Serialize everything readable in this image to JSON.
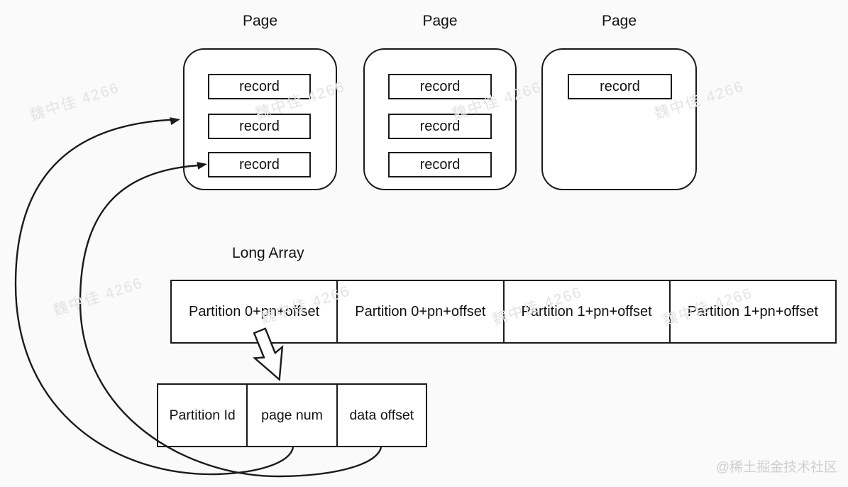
{
  "diagram": {
    "pages": [
      {
        "label": "Page",
        "records": [
          "record",
          "record",
          "record"
        ]
      },
      {
        "label": "Page",
        "records": [
          "record",
          "record",
          "record"
        ]
      },
      {
        "label": "Page",
        "records": [
          "record"
        ]
      }
    ],
    "long_array": {
      "label": "Long Array",
      "cells": [
        "Partition 0+pn+offset",
        "Partition 0+pn+offset",
        "Partition 1+pn+offset",
        "Partition 1+pn+offset"
      ]
    },
    "record_struct": {
      "cells": [
        "Partition Id",
        "page num",
        "data offset"
      ]
    },
    "arrows": [
      "long-array cell 0 -> record-struct (hollow arrow)",
      "record-struct page num -> page 1 (curved arrow)",
      "record-struct data offset -> page 1 record 3 (curved arrow)"
    ]
  },
  "watermark": {
    "text": "魏中佳 4266",
    "color": "#e3e3e3"
  },
  "credit": {
    "text": "@稀土掘金技术社区",
    "color": "#cfcfcf"
  },
  "colors": {
    "line": "#1a1a1a",
    "background": "#fafafa",
    "box_fill": "#ffffff"
  }
}
